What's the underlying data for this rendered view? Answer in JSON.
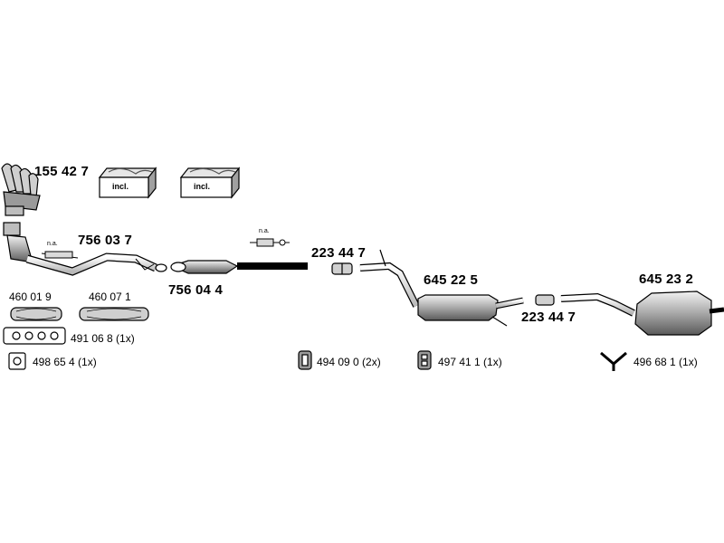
{
  "parts": {
    "manifold": "155 42 7",
    "front_pipe": "756 03 7",
    "catalyst": "756 04 4",
    "clamp_a": "223 44 7",
    "middle_silencer": "645 22 5",
    "clamp_b": "223 44 7",
    "rear_silencer": "645 23 2",
    "gasket_a": "460 01 9",
    "gasket_b": "460 07 1",
    "manifold_gasket": "491 06 8 (1x)",
    "flange_gasket": "498 65 4 (1x)",
    "rubber_mount_a": "494 09 0 (2x)",
    "rubber_mount_b": "497 41 1 (1x)",
    "hanger": "496 68 1 (1x)"
  },
  "notes": {
    "incl_1": "incl.",
    "incl_2": "incl.",
    "na_1": "n.a.",
    "na_2": "n.a."
  },
  "colors": {
    "ink": "#000000",
    "shade": "#9a9a9a",
    "light": "#d4d4d4"
  }
}
